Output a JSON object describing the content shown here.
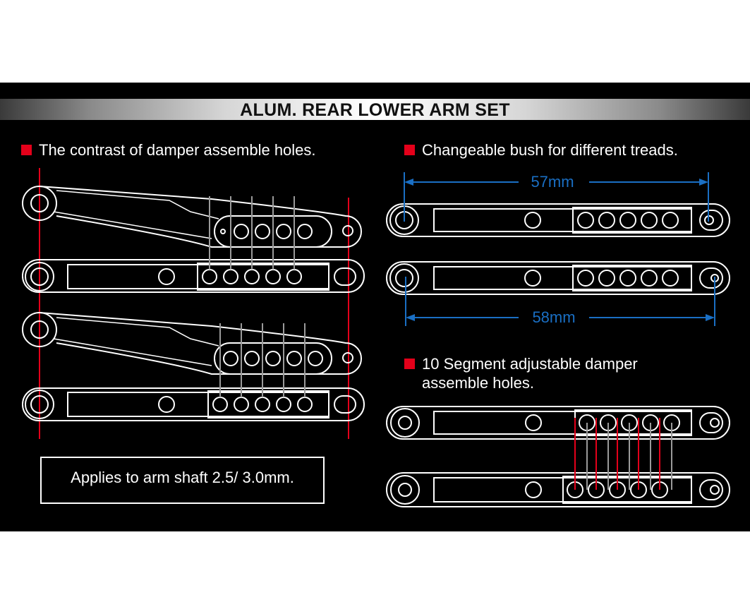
{
  "title": "ALUM. REAR LOWER ARM SET",
  "sections": {
    "contrast": {
      "heading": "The contrast of damper assemble holes."
    },
    "bush": {
      "heading": "Changeable bush for different treads.",
      "dim_top": "57mm",
      "dim_bottom": "58mm"
    },
    "segment": {
      "heading_line1": "10 Segment adjustable damper",
      "heading_line2": "assemble holes."
    }
  },
  "note": "Applies to arm shaft 2.5/ 3.0mm.",
  "colors": {
    "background": "#000000",
    "outline": "#ffffff",
    "accent_red": "#e4001a",
    "dimension_blue": "#1a6fc4",
    "guide_gray": "#9a9a9a"
  }
}
